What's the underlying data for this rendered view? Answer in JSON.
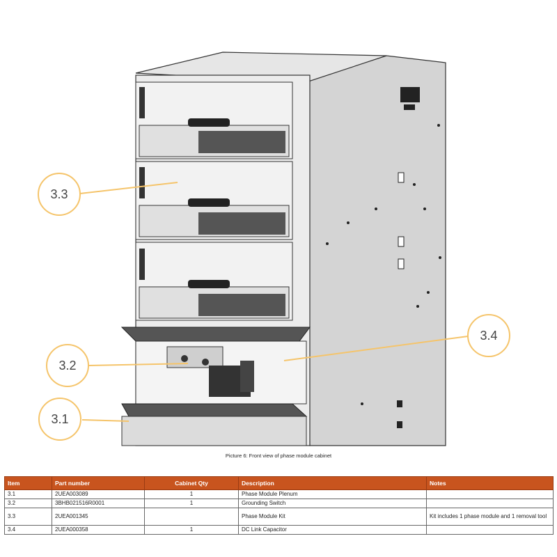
{
  "figure": {
    "callouts": [
      {
        "id": "3.3"
      },
      {
        "id": "3.4"
      },
      {
        "id": "3.2"
      },
      {
        "id": "3.1"
      }
    ],
    "colors": {
      "callout_ring": "#f5c46a",
      "leader_line": "#f5c46a",
      "cabinet": "#d9d9d9",
      "outline": "#222222"
    }
  },
  "caption": "Picture 6: Front view of phase module cabinet",
  "table": {
    "header_color": "#c8541e",
    "columns": [
      "Item",
      "Part number",
      "Cabinet Qty",
      "Description",
      "Notes"
    ],
    "rows": [
      {
        "item": "3.1",
        "part": "2UEA003089",
        "qty": "1",
        "desc": "Phase Module Plenum",
        "notes": ""
      },
      {
        "item": "3.2",
        "part": "3BHB021516R0001",
        "qty": "1",
        "desc": "Grounding Switch",
        "notes": ""
      },
      {
        "item": "3.3",
        "part": "2UEA001345",
        "qty": "",
        "desc": "Phase Module Kit",
        "notes": "Kit includes 1 phase module and 1 removal tool"
      },
      {
        "item": "3.4",
        "part": "2UEA000358",
        "qty": "1",
        "desc": "DC Link Capacitor",
        "notes": ""
      }
    ]
  }
}
